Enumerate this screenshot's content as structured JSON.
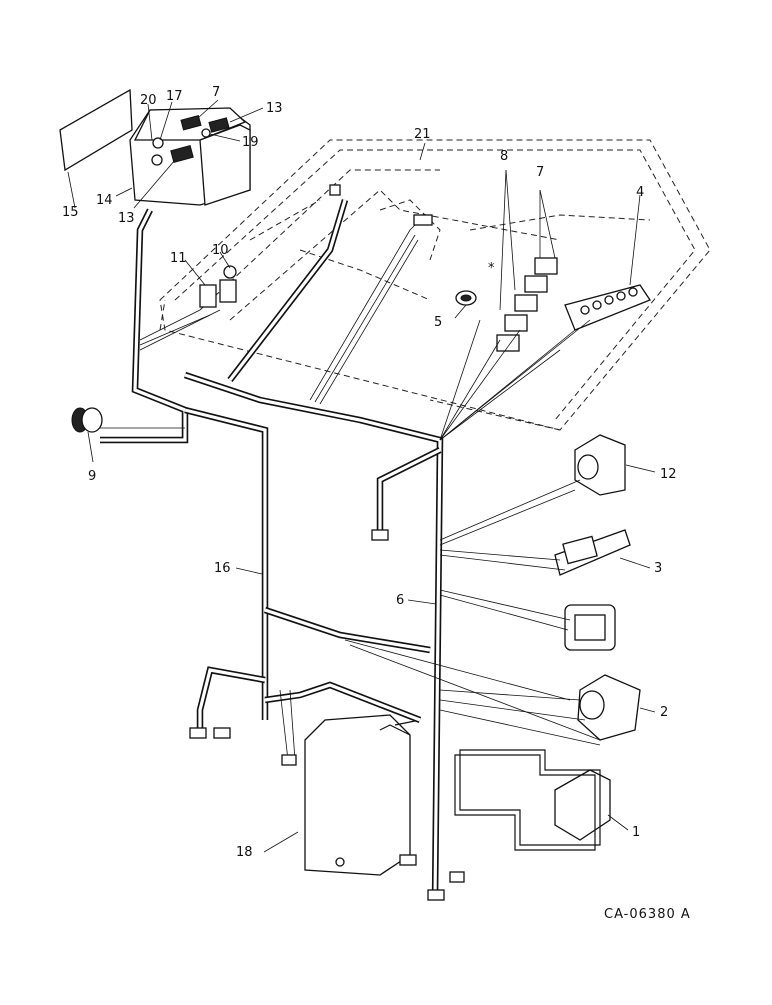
{
  "diagram": {
    "caption": "CA-06380 A",
    "callouts": [
      {
        "id": "c20",
        "label": "20"
      },
      {
        "id": "c17",
        "label": "17"
      },
      {
        "id": "c7a",
        "label": "7"
      },
      {
        "id": "c13a",
        "label": "13"
      },
      {
        "id": "c19",
        "label": "19"
      },
      {
        "id": "c15",
        "label": "15"
      },
      {
        "id": "c14",
        "label": "14"
      },
      {
        "id": "c13b",
        "label": "13"
      },
      {
        "id": "c21",
        "label": "21"
      },
      {
        "id": "c8",
        "label": "8"
      },
      {
        "id": "c7b",
        "label": "7"
      },
      {
        "id": "c4",
        "label": "4"
      },
      {
        "id": "c11",
        "label": "11"
      },
      {
        "id": "c10",
        "label": "10"
      },
      {
        "id": "c5",
        "label": "5"
      },
      {
        "id": "c9",
        "label": "9"
      },
      {
        "id": "c12",
        "label": "12"
      },
      {
        "id": "c16",
        "label": "16"
      },
      {
        "id": "c3",
        "label": "3"
      },
      {
        "id": "c6",
        "label": "6"
      },
      {
        "id": "c2",
        "label": "2"
      },
      {
        "id": "c1",
        "label": "1"
      },
      {
        "id": "c18",
        "label": "18"
      }
    ],
    "asterisk": "*"
  }
}
